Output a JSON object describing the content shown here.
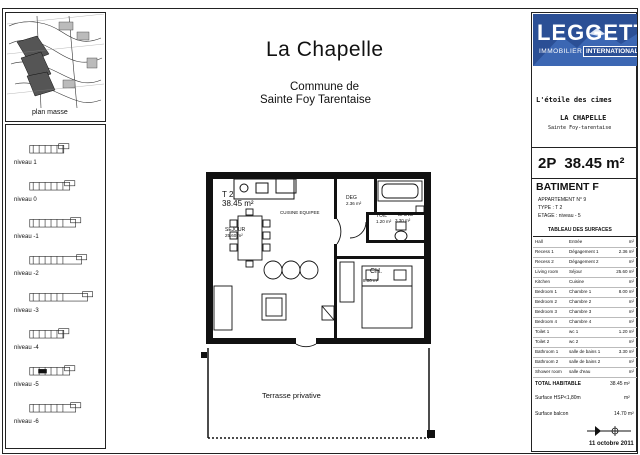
{
  "header": {
    "title": "La Chapelle",
    "commune_line1": "Commune de",
    "commune_line2": "Sainte Foy Tarentaise"
  },
  "logo": {
    "brand": "LEGGETT",
    "sub1": "IMMOBILIER",
    "sub2": "INTERNATIONAL"
  },
  "project": {
    "tagline": "L'étoile des cimes",
    "name": "LA CHAPELLE",
    "place": "Sainte Foy-tarentaise"
  },
  "apartment": {
    "type_area": "2P  38.45 m²",
    "building": "BATIMENT F",
    "number_line": "APPARTEMENT N° 9",
    "type_line": "TYPE : T 2",
    "floor_line": "ETAGE : niveau - 5"
  },
  "surfaces": {
    "title": "TABLEAU DES SURFACES",
    "rows": [
      {
        "en": "Hall",
        "fr": "Entrée",
        "val": "m²"
      },
      {
        "en": "Recess 1",
        "fr": "Dégagement 1",
        "val": "2.36 m²"
      },
      {
        "en": "Recess 2",
        "fr": "Dégagement 2",
        "val": "m²"
      },
      {
        "en": "Living room",
        "fr": "Séjour",
        "val": "25.60 m²"
      },
      {
        "en": "Kitchen",
        "fr": "Cuisine",
        "val": "m²"
      },
      {
        "en": "Bedroom 1",
        "fr": "Chambre 1",
        "val": "8.00 m²"
      },
      {
        "en": "Bedroom 2",
        "fr": "Chambre 2",
        "val": "m²"
      },
      {
        "en": "Bedroom 3",
        "fr": "Chambre 3",
        "val": "m²"
      },
      {
        "en": "Bedroom 4",
        "fr": "Chambre 4",
        "val": "m²"
      },
      {
        "en": "Toilet 1",
        "fr": "wc 1",
        "val": "1.20 m²"
      },
      {
        "en": "Toilet 2",
        "fr": "wc 2",
        "val": "m²"
      },
      {
        "en": "Bathroom 1",
        "fr": "salle de bains 1",
        "val": "3.30 m²"
      },
      {
        "en": "Bathroom 2",
        "fr": "salle de bains 2",
        "val": "m²"
      },
      {
        "en": "Shower room",
        "fr": "salle d'eau",
        "val": "m²"
      }
    ],
    "total_label": "TOTAL HABITABLE",
    "total_value": "38.45 m²",
    "shon_label": "Surface HSP<1,80m",
    "shon_value": "m²",
    "terrace_label": "Surface balcon",
    "terrace_value": "14.70 m²"
  },
  "left_panel": {
    "masse_label": "plan masse",
    "levels": [
      "niveau 1",
      "niveau 0",
      "niveau -1",
      "niveau -2",
      "niveau -3",
      "niveau -4",
      "niveau -5",
      "niveau -6"
    ]
  },
  "plan": {
    "t2_label": "T 2",
    "t2_area": "38.45 m²",
    "kitchen_label": "CUISINE EQUIPEE",
    "sejour_label": "SEJOUR",
    "sejour_area": "25.60 m²",
    "deg_label": "DEG",
    "deg_area": "2.36 m²",
    "bains_label": "BAINS",
    "bains_area": "3.30 m²",
    "wc_label": "TOIL",
    "wc_area": "1.20 m²",
    "ch_label": "CH.",
    "ch_area": "8.00 m²",
    "terrace_label": "Terrasse privative"
  },
  "date": "11 octobre 2011"
}
